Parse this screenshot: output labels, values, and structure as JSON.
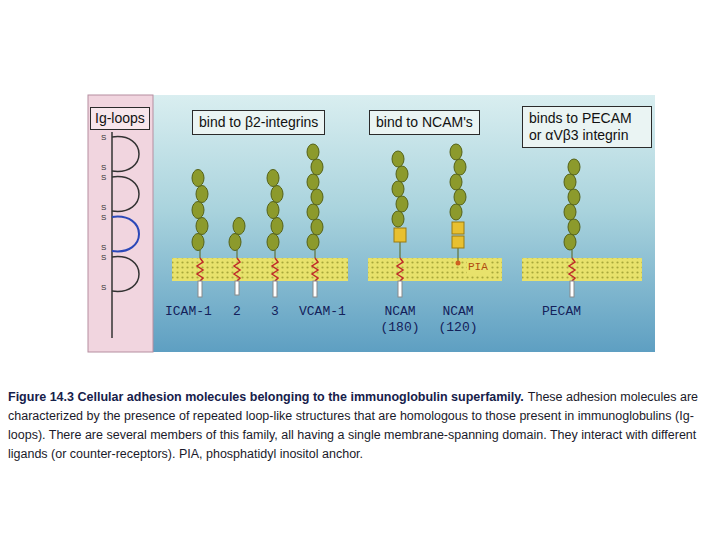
{
  "diagram": {
    "title": "Figure 14.3 Cellular adhesion molecules belonging to the immunoglobulin superfamily.",
    "caption": "These adhesion molecules are characterized by the presence of repeated loop-like structures that are homologous to those present in immunoglobulins (Ig-loops). There are several members of this family, all having a single membrane-spanning domain. They interact with different ligands (or counter-receptors). PIA, phosphatidyl inositol anchor.",
    "nodes": [
      {
        "text": [
          "Ig-loops"
        ]
      },
      {
        "text": [
          "bind to β2-integrins"
        ]
      },
      {
        "text": [
          "bind to NCAM's"
        ]
      },
      {
        "text": [
          "binds to PECAM or αVβ3 integrin"
        ]
      }
    ],
    "labels": [
      "S",
      "S",
      "S",
      "S",
      "S",
      "S",
      "S",
      "S",
      "PIA",
      "ICAM-1",
      "2",
      "3",
      "VCAM-1",
      "NCAM (180)",
      "NCAM (120)",
      "PECAM"
    ]
  }
}
